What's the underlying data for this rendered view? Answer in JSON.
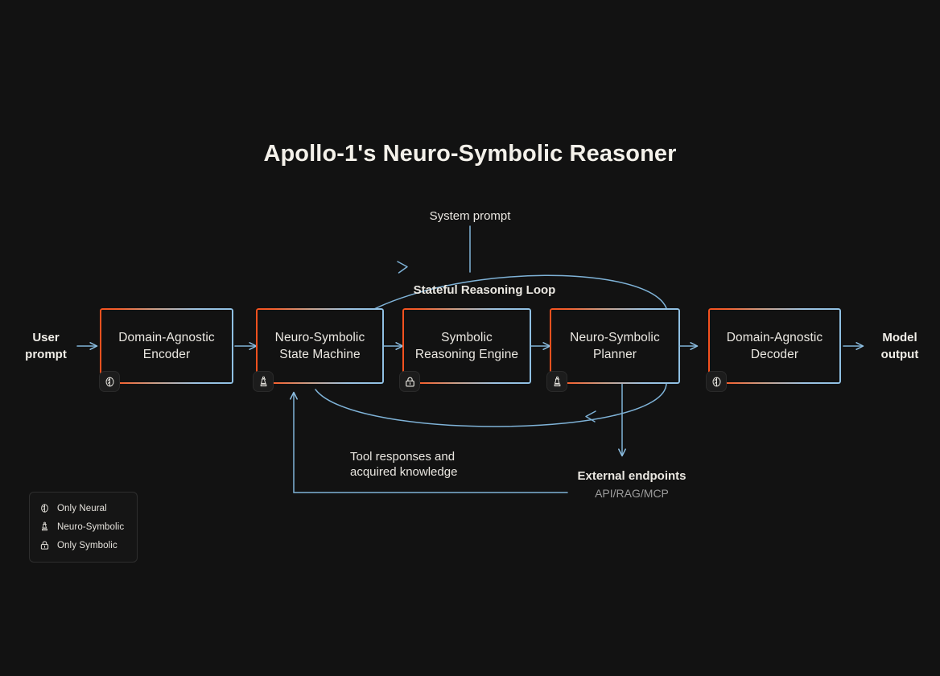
{
  "title": "Apollo-1's Neuro-Symbolic Reasoner",
  "background_color": "#121212",
  "accent_orange": "#f4511e",
  "accent_blue": "#8fc0e3",
  "flow": {
    "input_label": "User\nprompt",
    "output_label": "Model\noutput",
    "nodes": [
      {
        "label": "Domain-Agnostic\nEncoder",
        "badge": "brain-icon",
        "badge_kind": "Only Neural"
      },
      {
        "label": "Neuro-Symbolic\nState Machine",
        "badge": "chess-piece-icon",
        "badge_kind": "Neuro-Symbolic"
      },
      {
        "label": "Symbolic\nReasoning Engine",
        "badge": "lock-icon",
        "badge_kind": "Only Symbolic"
      },
      {
        "label": "Neuro-Symbolic\nPlanner",
        "badge": "chess-piece-icon",
        "badge_kind": "Neuro-Symbolic"
      },
      {
        "label": "Domain-Agnostic\nDecoder",
        "badge": "brain-icon",
        "badge_kind": "Only Neural"
      }
    ]
  },
  "annotations": {
    "system_prompt": "System prompt",
    "loop_label": "Stateful Reasoning Loop",
    "feedback_label": "Tool responses and\nacquired knowledge",
    "external_title": "External endpoints",
    "external_subtitle": "API/RAG/MCP"
  },
  "legend": {
    "items": [
      {
        "icon": "brain-icon",
        "label": "Only Neural"
      },
      {
        "icon": "chess-piece-icon",
        "label": "Neuro-Symbolic"
      },
      {
        "icon": "lock-icon",
        "label": "Only Symbolic"
      }
    ]
  }
}
